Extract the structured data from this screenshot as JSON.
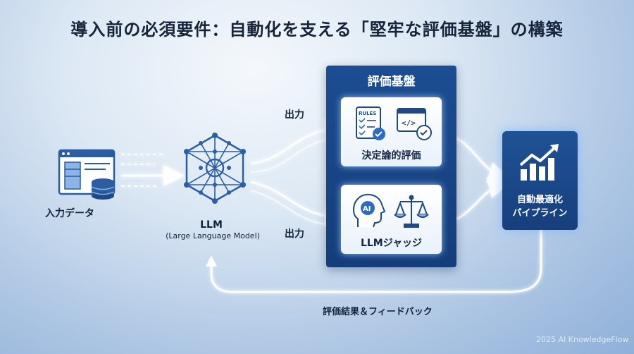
{
  "title": "導入前の必須要件：自動化を支える「堅牢な評価基盤」の構築",
  "input": {
    "label": "入力データ",
    "icon": "data-input-icon"
  },
  "llm": {
    "label": "LLM",
    "sublabel": "(Large Language Model)",
    "icon": "neural-network-icon"
  },
  "outputs": {
    "top_label": "出力",
    "bottom_label": "出力"
  },
  "evaluation": {
    "title": "評価基盤",
    "deterministic": {
      "label": "決定論的評価",
      "icons": [
        "rules-checklist-icon",
        "code-check-icon"
      ],
      "rules_text": "RULES"
    },
    "llm_judge": {
      "label": "LLMジャッジ",
      "icons": [
        "ai-head-icon",
        "scales-icon"
      ],
      "ai_text": "AI"
    }
  },
  "pipeline": {
    "line1": "自動最適化",
    "line2": "パイプライン",
    "icon": "growth-chart-icon"
  },
  "feedback": {
    "label": "評価結果＆フィードバック"
  },
  "footer": "2025 AI KnowledgeFlow",
  "colors": {
    "panel": "#143d7a",
    "glow": "#bfe3ff",
    "accent": "#2b6cc4",
    "title": "#16243a"
  }
}
